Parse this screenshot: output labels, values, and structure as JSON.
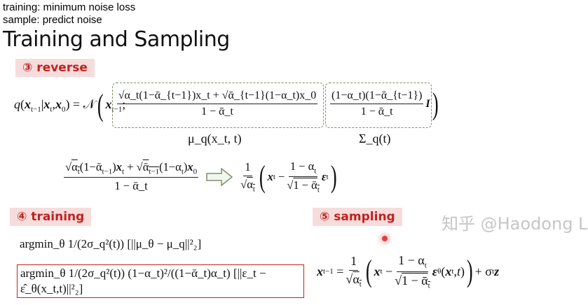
{
  "notes": {
    "training": "training:  minimum noise loss",
    "sample": "sample:  predict noise"
  },
  "title": "Training and Sampling",
  "sections": {
    "reverse": "③ reverse",
    "training": "④ training",
    "sampling": "⑤ sampling"
  },
  "equations": {
    "q_lhs": "q(x_{t-1}|x_t, x_0) = N(x_{t-1};",
    "mu_num": "√α_t(1−ᾱ_{t−1})x_t + √ᾱ_{t−1}(1−α_t)x_0",
    "one_minus_alphabar": "1 − ᾱ_t",
    "sigma_num": "(1−α_t)(1−ᾱ_{t−1})",
    "mu_label": "μ_q(x_t, t)",
    "sigma_label": "Σ_q(t)",
    "reparam_rhs": "1/√α_t (x_t − (1−α_t)/√(1−ᾱ_t) ε_t)",
    "train_loss_1": "argmin_θ 1/(2σ_q²(t)) [||μ_θ − μ_q||²₂]",
    "train_loss_2": "argmin_θ 1/(2σ_q²(t)) (1−α_t)²/((1−ᾱ_t)α_t) [||ε_t − ε̂_θ(x_t,t)||²₂]",
    "sampling": "x_{t−1} = 1/√α_t (x_t − (1−α_t)/√(1−ᾱ_t) ε_θ(x_t,t)) + σ_t z"
  },
  "watermark": "知乎 @Haodong Li",
  "colors": {
    "tag_bg": "#f7dcdc",
    "tag_text": "#c0221f",
    "dashed_box": "#7f8f6a",
    "highlight_x0": "#5d8a4b",
    "highlight_loss": "#c0221f"
  }
}
